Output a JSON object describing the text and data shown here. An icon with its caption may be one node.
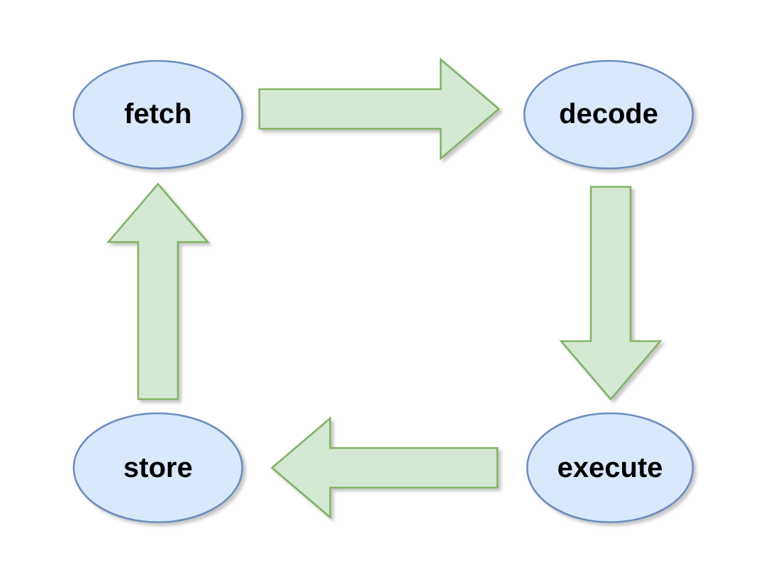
{
  "diagram": {
    "nodes": [
      {
        "text": [
          "fetch"
        ]
      },
      {
        "text": [
          "decode"
        ]
      },
      {
        "text": [
          "store"
        ]
      },
      {
        "text": [
          "execute"
        ]
      }
    ],
    "edges": [
      {
        "from": 0,
        "to": 1,
        "arrow": "to"
      },
      {
        "from": 1,
        "to": 3,
        "arrow": "to"
      },
      {
        "from": 3,
        "to": 2,
        "arrow": "to"
      },
      {
        "from": 2,
        "to": 0,
        "arrow": "to"
      }
    ]
  }
}
